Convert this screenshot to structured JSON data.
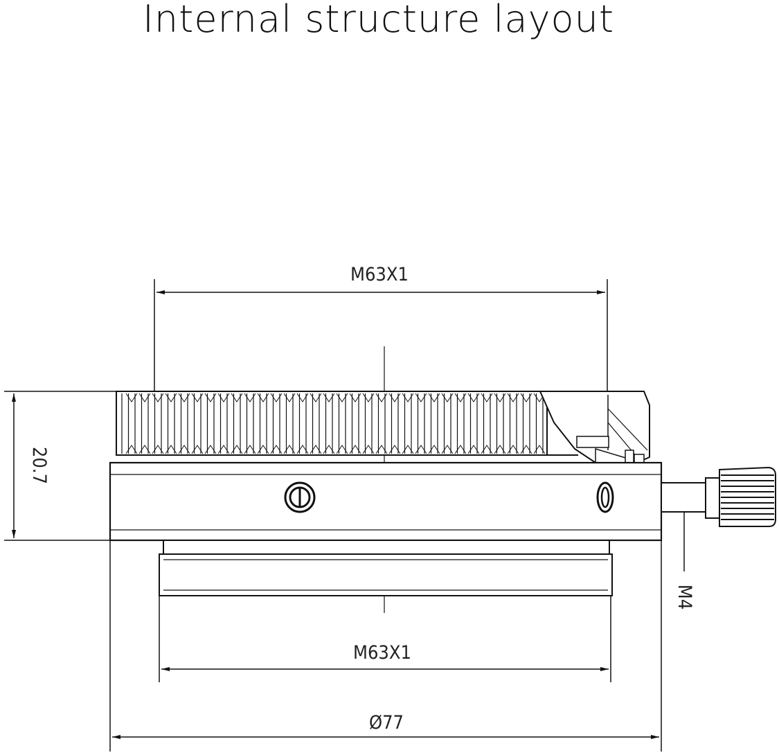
{
  "title": "Internal structure layout",
  "dimensions": {
    "top_thread": "M63X1",
    "bottom_thread": "M63X1",
    "height": "20.7",
    "outer_diameter": "Ø77",
    "screw": "M4"
  },
  "colors": {
    "line": "#111111",
    "background": "#ffffff"
  }
}
